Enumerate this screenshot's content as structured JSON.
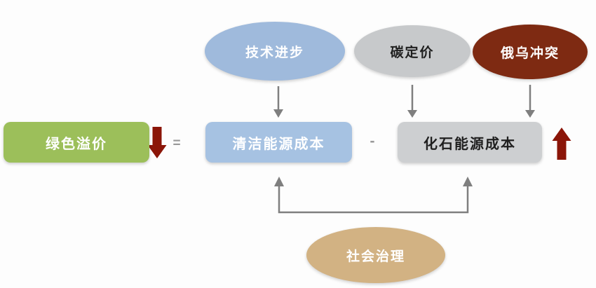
{
  "diagram": {
    "top_factors": [
      {
        "id": "tech-progress",
        "label": "技术进步",
        "points_to": "清洁能源成本"
      },
      {
        "id": "carbon-pricing",
        "label": "碳定价",
        "points_to": "化石能源成本"
      },
      {
        "id": "russia-ukraine-conflict",
        "label": "俄乌冲突",
        "points_to": "化石能源成本"
      }
    ],
    "formula": {
      "result": {
        "label": "绿色溢价",
        "trend": "down"
      },
      "equals": "=",
      "minuend": {
        "label": "清洁能源成本",
        "trend": null
      },
      "minus": "-",
      "subtrahend": {
        "label": "化石能源成本",
        "trend": "up"
      }
    },
    "bottom_factor": {
      "id": "social-governance",
      "label": "社会治理",
      "points_to": [
        "清洁能源成本",
        "化石能源成本"
      ]
    },
    "edges": [
      {
        "from": "技术进步",
        "to": "清洁能源成本",
        "direction": "down"
      },
      {
        "from": "碳定价",
        "to": "化石能源成本",
        "direction": "down"
      },
      {
        "from": "俄乌冲突",
        "to": "化石能源成本",
        "direction": "down"
      },
      {
        "from": "社会治理",
        "to": "清洁能源成本",
        "direction": "up"
      },
      {
        "from": "社会治理",
        "to": "化石能源成本",
        "direction": "up"
      }
    ]
  },
  "colors": {
    "canvas-bg": "#FDFDFD",
    "blue-ellipse": "#9FBADC",
    "blue-box": "#A6C2E2",
    "gray-ellipse": "#C7C9CB",
    "gray-box": "#CDCFD1",
    "red-ellipse": "#7E2A12",
    "green-box": "#9CBF5A",
    "tan-ellipse": "#D2B283",
    "red-arrow": "#8B1508",
    "gray-arrow": "#7F7F7F",
    "operator-gray": "#999999",
    "text-light": "#FFFFFF",
    "text-dark": "#1F1F1F"
  }
}
